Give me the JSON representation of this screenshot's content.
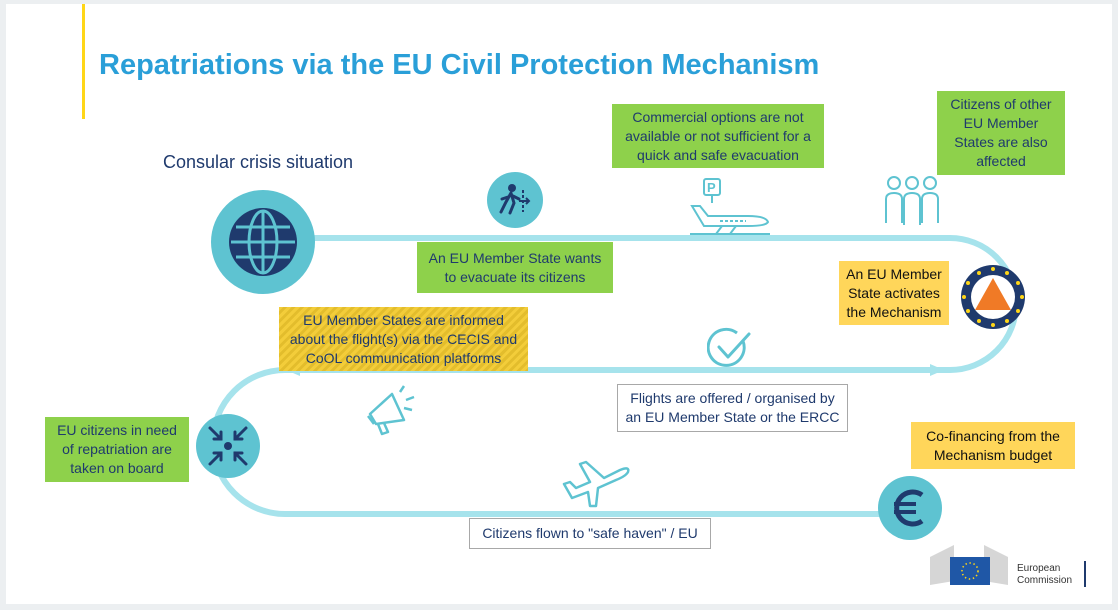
{
  "title": "Repatriations via the EU Civil Protection Mechanism",
  "subtitle": "Consular crisis situation",
  "boxes": {
    "commercial": "Commercial options are not available or not sufficient for a quick and safe evacuation",
    "citizens_other": "Citizens of other EU Member States are also affected",
    "member_state_wants": "An EU Member State wants to evacuate its citizens",
    "activates": "An EU Member State activates the Mechanism",
    "informed": "EU Member States are informed about the flight(s) via the CECIS and CoOL communication platforms",
    "flights_offered": "Flights are offered / organised by an EU Member State or the ERCC",
    "taken_on_board": "EU citizens in need of repatriation are taken on board",
    "cofinancing": "Co-financing from the Mechanism budget",
    "flown": "Citizens flown to \"safe haven\" / EU"
  },
  "logo": {
    "line1": "European",
    "line2": "Commission"
  },
  "icons": [
    "globe-icon",
    "evacuation-icon",
    "airport-plane-icon",
    "people-group-icon",
    "civil-protection-emblem-icon",
    "checkmark-icon",
    "megaphone-icon",
    "gather-arrows-icon",
    "airplane-icon",
    "euro-icon",
    "eu-flag-icon"
  ],
  "colors": {
    "title": "#2a9fd8",
    "road": "#a6e3ec",
    "circle": "#5ec3d1",
    "green_box": "#8ed14b",
    "yellow_box": "#ffd65a",
    "navy": "#1f3a6d"
  }
}
